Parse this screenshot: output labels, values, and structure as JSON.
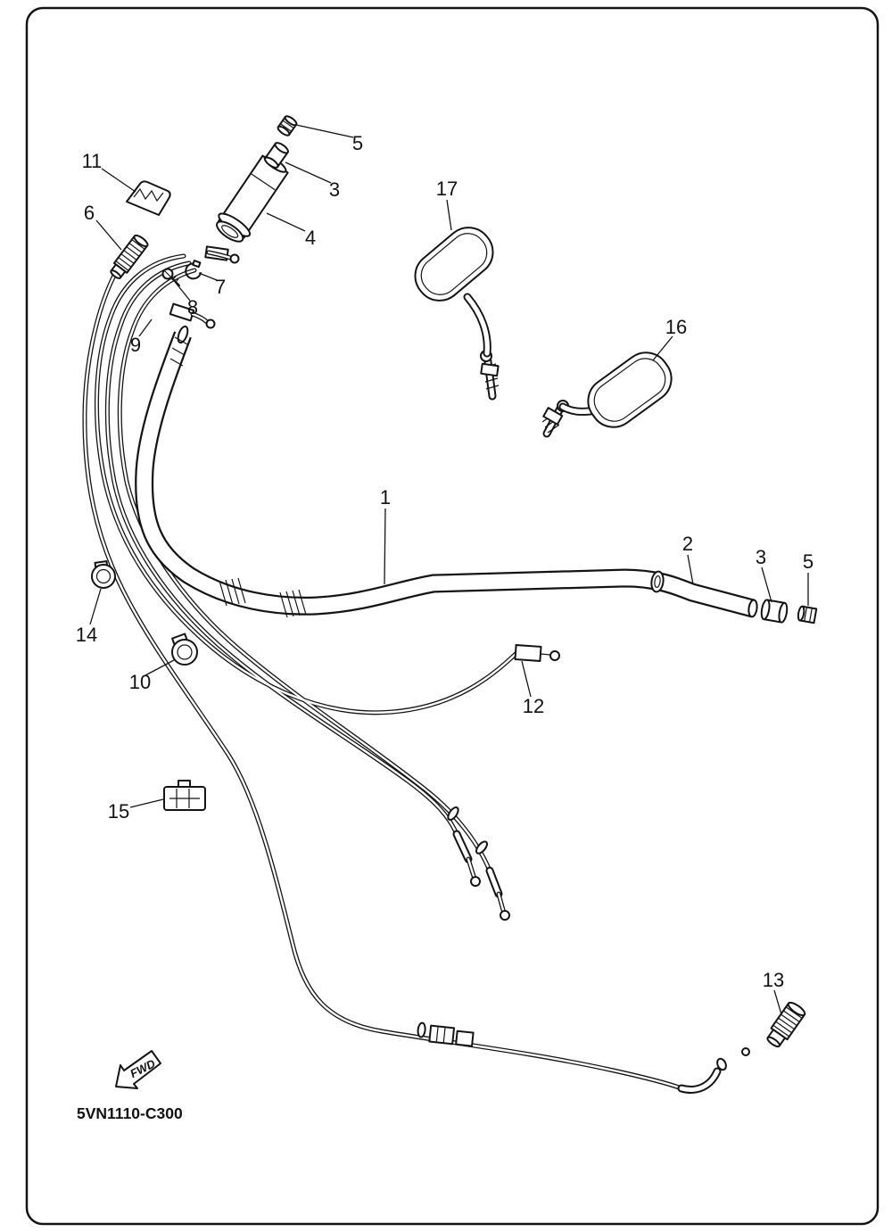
{
  "diagram": {
    "code": "5VN1110-C300",
    "fwd_label": "FWD",
    "callouts": [
      {
        "label": "5"
      },
      {
        "label": "3"
      },
      {
        "label": "11"
      },
      {
        "label": "6"
      },
      {
        "label": "4"
      },
      {
        "label": "7"
      },
      {
        "label": "8"
      },
      {
        "label": "9"
      },
      {
        "label": "17"
      },
      {
        "label": "16"
      },
      {
        "label": "1"
      },
      {
        "label": "2"
      },
      {
        "label": "3"
      },
      {
        "label": "5"
      },
      {
        "label": "14"
      },
      {
        "label": "10"
      },
      {
        "label": "12"
      },
      {
        "label": "15"
      },
      {
        "label": "13"
      }
    ]
  }
}
